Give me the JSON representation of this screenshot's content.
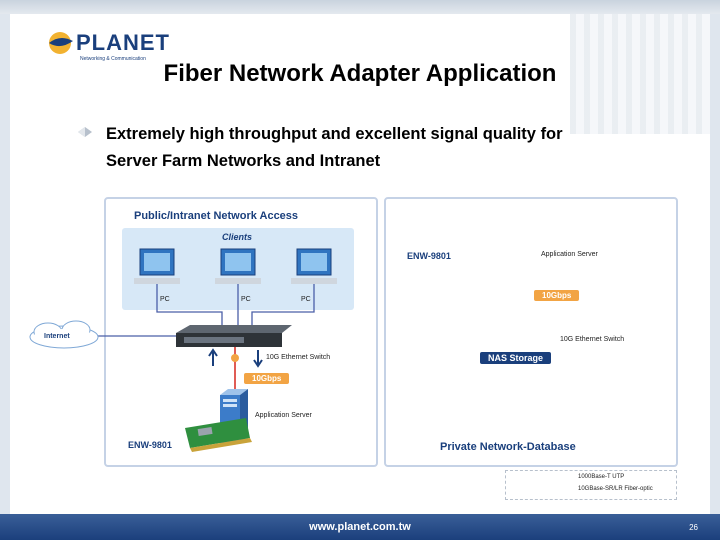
{
  "brand": {
    "name": "PLANET",
    "tagline": "Networking & Communication"
  },
  "title": "Fiber Network Adapter Application",
  "bullet": {
    "line1": "Extremely high throughput and excellent signal quality for",
    "line2": "Server Farm Networks and Intranet"
  },
  "left_panel": {
    "heading": "Public/Intranet Network Access",
    "clients_label": "Clients",
    "pc_labels": [
      "PC",
      "PC",
      "PC"
    ],
    "internet_label": "Internet",
    "switch_label": "10G Ethernet Switch",
    "speed_tag": "10Gbps",
    "server_label": "Application Server",
    "adapter_label": "ENW-9801"
  },
  "right_panel": {
    "adapter_label": "ENW-9801",
    "server_label": "Application Server",
    "speed_tag": "10Gbps",
    "switch_label": "10G Ethernet Switch",
    "storage_tag": "NAS Storage",
    "heading": "Private Network-Database"
  },
  "legend": {
    "utp": "1000Base-T UTP",
    "fiber": "10GBase-SR/LR Fiber-optic"
  },
  "colors": {
    "utp": "#4a5fa8",
    "fiber": "#d9342b",
    "accent": "#f2a444",
    "brand": "#1a3f7c"
  },
  "footer": {
    "url": "www.planet.com.tw",
    "page": "26"
  }
}
